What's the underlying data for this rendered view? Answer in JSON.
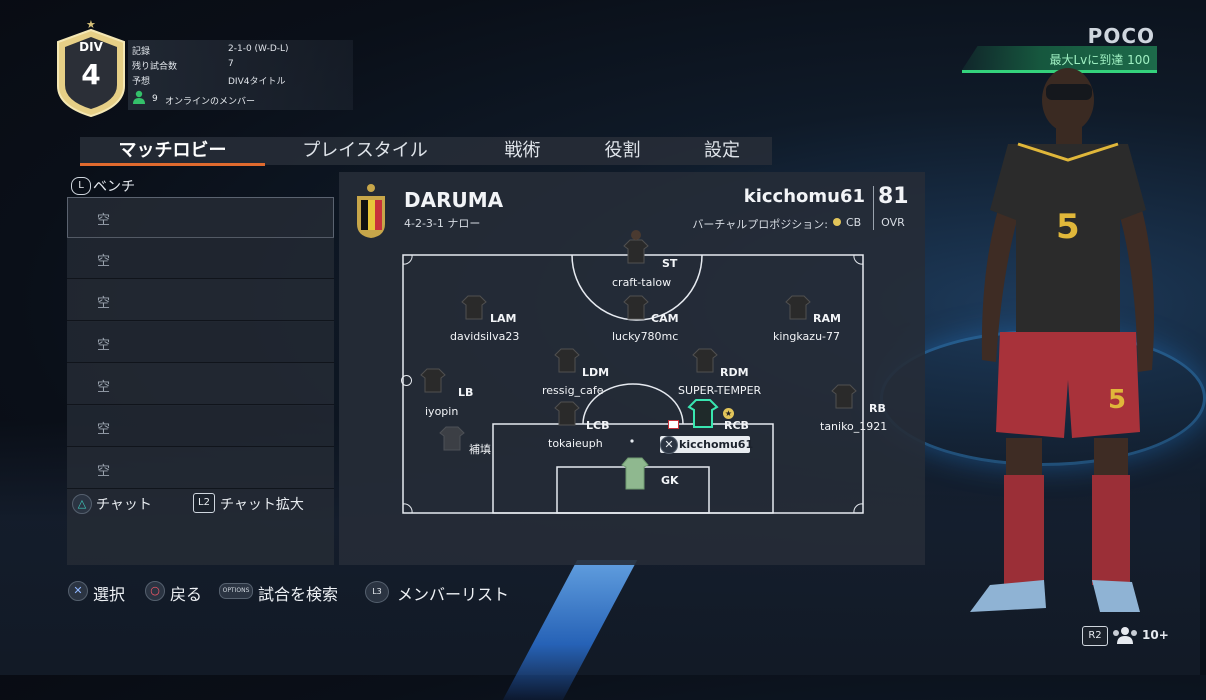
{
  "division": {
    "label": "DIV",
    "number": "4"
  },
  "record": [
    {
      "key": "記録",
      "value": "2-1-0 (W-D-L)"
    },
    {
      "key": "残り試合数",
      "value": "7"
    },
    {
      "key": "予想",
      "value": "DIV4タイトル"
    }
  ],
  "online": {
    "count": "9",
    "label": "オンラインのメンバー"
  },
  "top_right": {
    "name": "POCO",
    "banner": "最大Lvに到達 100"
  },
  "tabs": [
    {
      "label": "マッチロビー",
      "active": true
    },
    {
      "label": "プレイスタイル"
    },
    {
      "label": "戦術"
    },
    {
      "label": "役割"
    },
    {
      "label": "設定"
    }
  ],
  "bench": {
    "title": "ベンチ",
    "l_button": "L",
    "slots": [
      "空",
      "空",
      "空",
      "空",
      "空",
      "空",
      "空"
    ]
  },
  "chat": {
    "chat_label": "チャット",
    "expand_button": "L2",
    "expand_label": "チャット拡大"
  },
  "team": {
    "name": "DARUMA",
    "formation": "4-2-3-1 ナロー",
    "user": "kicchomu61",
    "virtual_position_label": "バーチャルプロポジション:",
    "virtual_position": "CB",
    "ovr": "81",
    "ovr_label": "OVR"
  },
  "players": [
    {
      "pos": "ST",
      "name": "craft-talow"
    },
    {
      "pos": "CAM",
      "name": "lucky780mc"
    },
    {
      "pos": "LAM",
      "name": "davidsilva23"
    },
    {
      "pos": "RAM",
      "name": "kingkazu-77"
    },
    {
      "pos": "LDM",
      "name": "ressig_cafe"
    },
    {
      "pos": "RDM",
      "name": "SUPER-TEMPER"
    },
    {
      "pos": "LB",
      "name": "iyopin"
    },
    {
      "pos": "RB",
      "name": "taniko_1921"
    },
    {
      "pos": "LCB",
      "name": "tokaieuph"
    },
    {
      "pos": "RCB",
      "name": "kicchomu61"
    },
    {
      "pos": "GK",
      "name": ""
    },
    {
      "pos": "補填",
      "name": ""
    }
  ],
  "bottom": {
    "select": "選択",
    "back": "戻る",
    "options_glyph": "OPTIONS",
    "search": "試合を検索",
    "l3_glyph": "L3",
    "members": "メンバーリスト"
  },
  "corner": {
    "r2": "R2",
    "count": "10+"
  },
  "colors": {
    "accent": "#e06a2e",
    "green": "#34d27c",
    "panel": "#262c37"
  }
}
